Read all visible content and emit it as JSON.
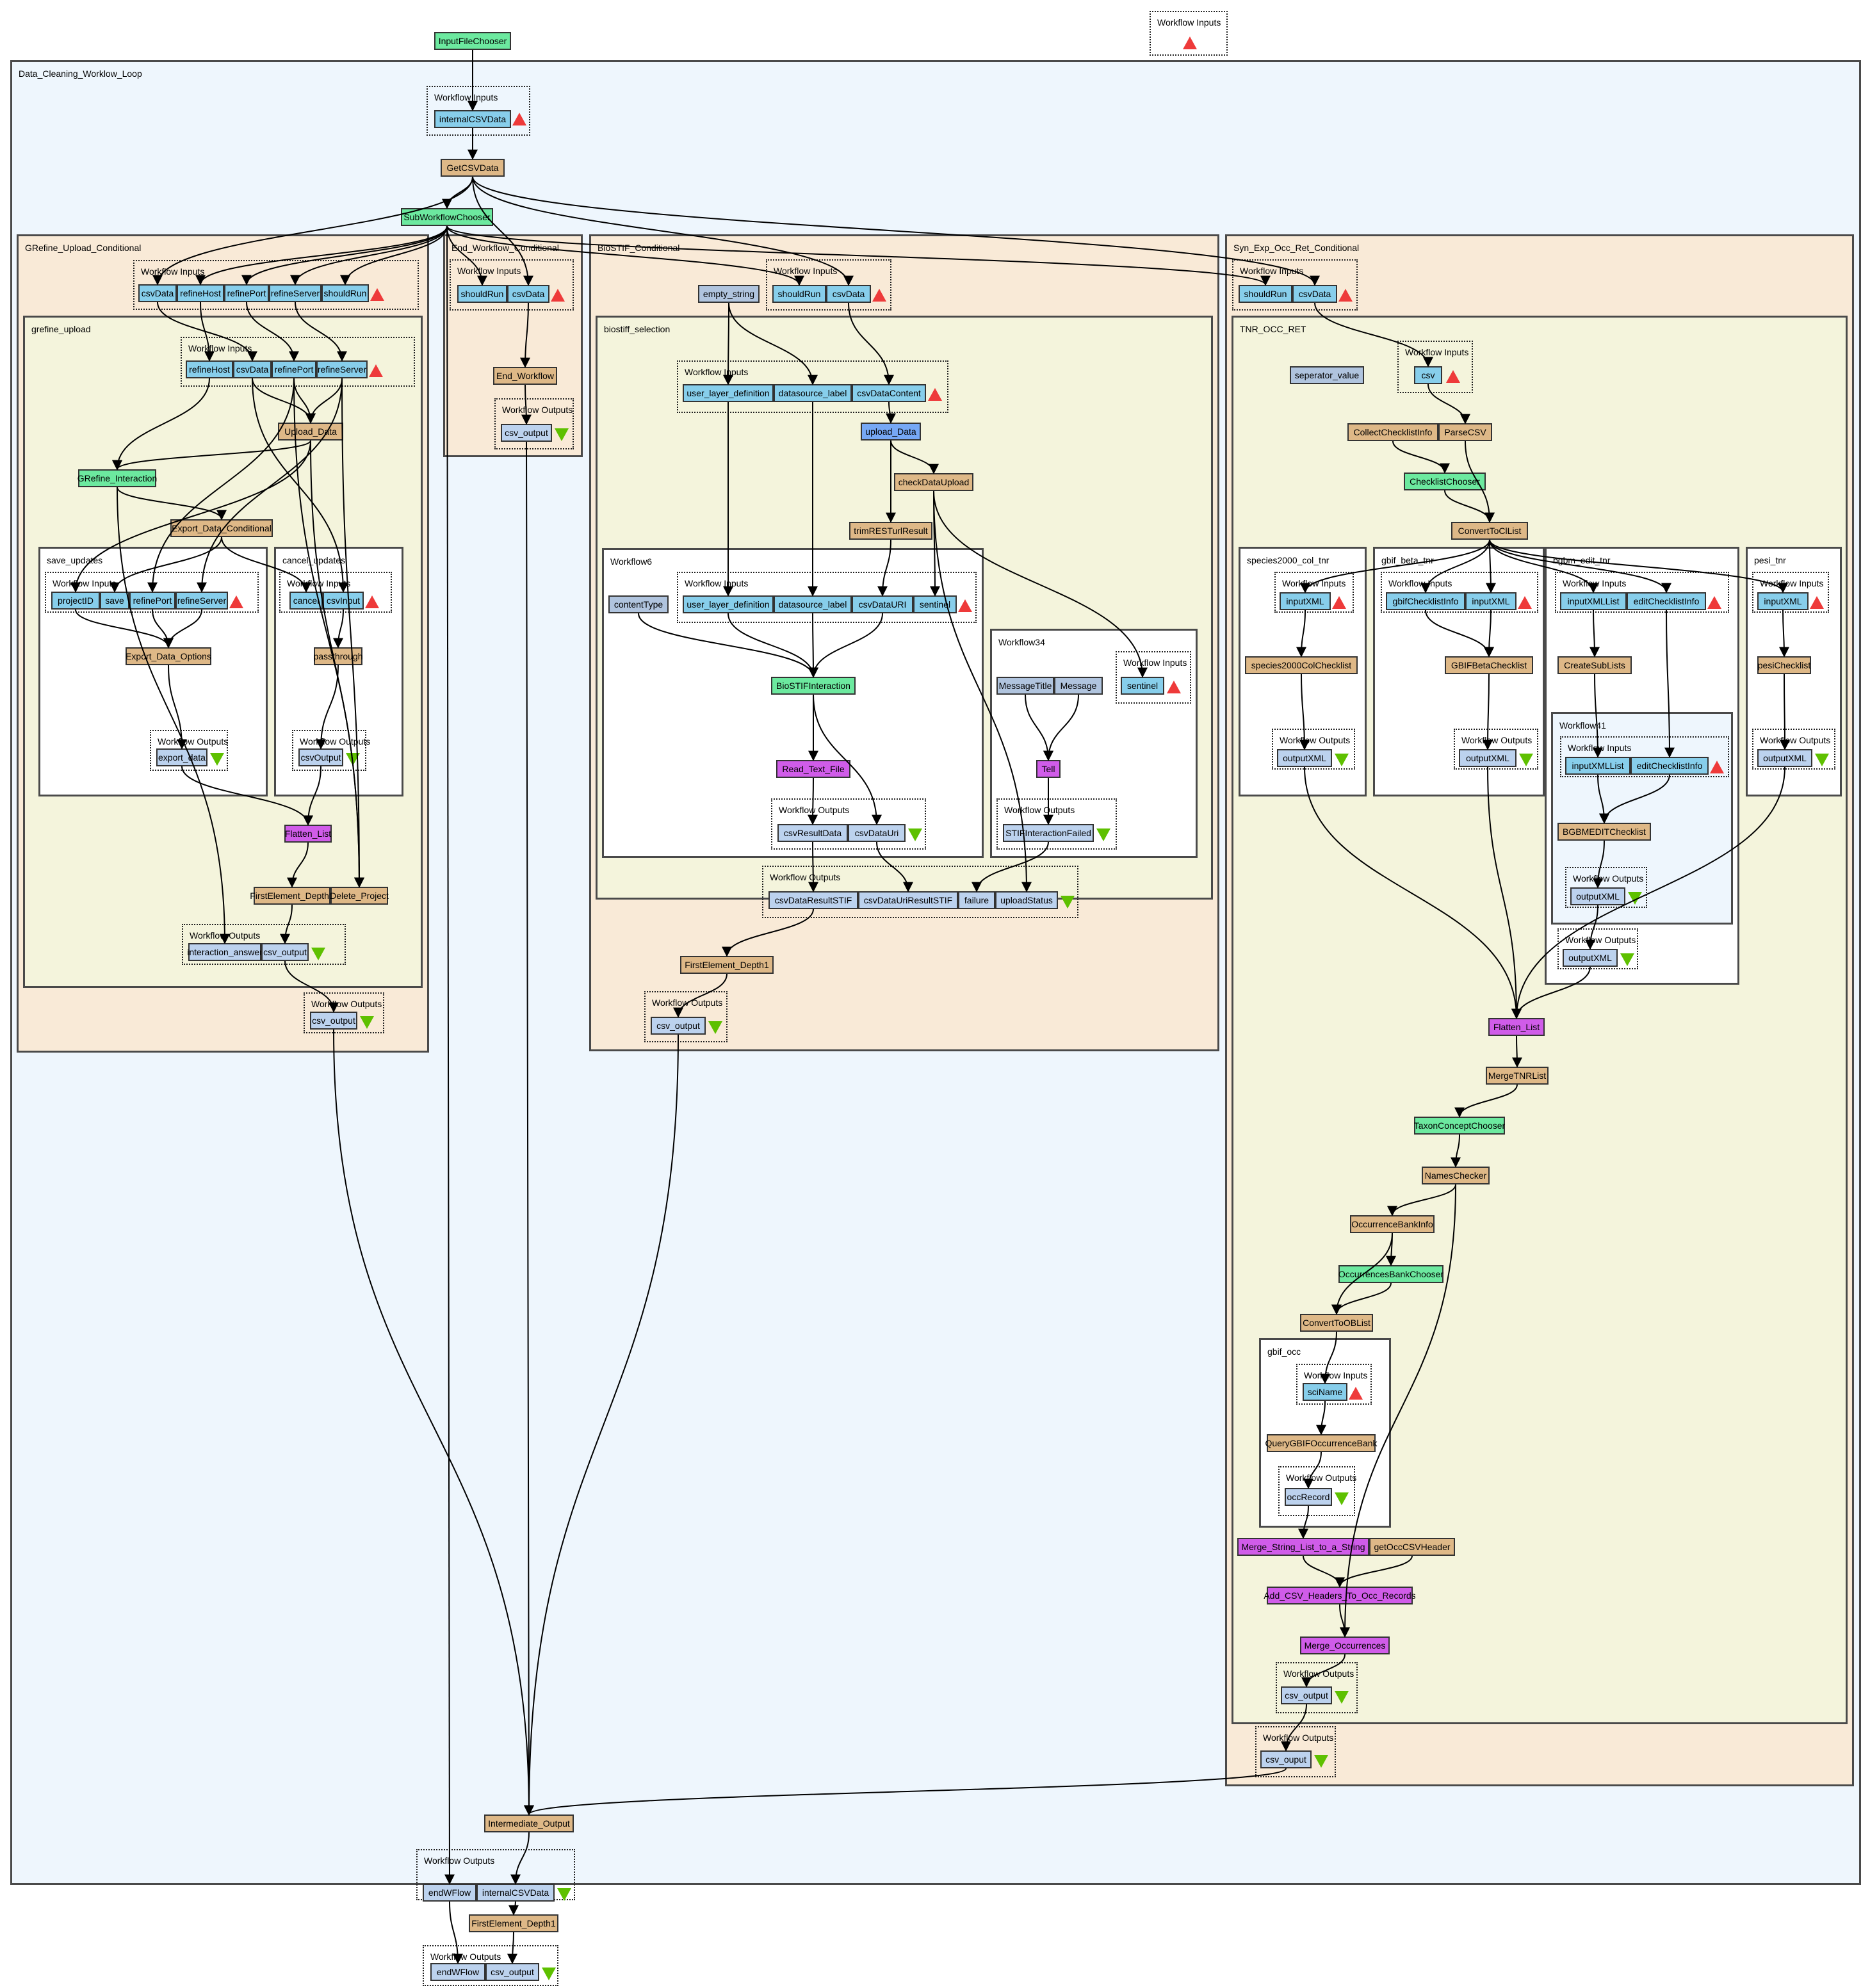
{
  "top": {
    "input_file_chooser": "InputFileChooser",
    "top_workflow_inputs": "Workflow Inputs"
  },
  "outer": {
    "title": "Data_Cleaning_Worklow_Loop",
    "inputs_label": "Workflow Inputs",
    "internal_csv_data": "internalCSVData",
    "get_csv_data": "GetCSVData",
    "subworkflow_chooser": "SubWorkflowChooser",
    "intermediate_output": "Intermediate_Output",
    "outputs_label": "Workflow Outputs",
    "out_endwflow": "endWFlow",
    "out_internal_csv": "internalCSVData"
  },
  "grefine": {
    "title": "GRefine_Upload_Conditional",
    "inputs_label": "Workflow Inputs",
    "inputs": [
      "csvData",
      "refineHost",
      "refinePort",
      "refineServer",
      "shouldRun"
    ],
    "outputs_label": "Workflow Outputs",
    "output": "csv_output",
    "upload": {
      "title": "grefine_upload",
      "inputs_label": "Workflow Inputs",
      "inputs": [
        "refineHost",
        "csvData",
        "refinePort",
        "refineServer"
      ],
      "upload_data": "Upload_Data",
      "grefine_interaction": "GRefine_Interaction",
      "export_data_conditional": "Export_Data_Conditional",
      "flatten_list": "Flatten_List",
      "first_element": "FirstElement_Depth1",
      "delete_project": "Delete_Project",
      "outputs_label": "Workflow Outputs",
      "outputs": [
        "interaction_answer",
        "csv_output"
      ],
      "save_updates": {
        "title": "save_updates",
        "inputs_label": "Workflow Inputs",
        "inputs": [
          "projectID",
          "save",
          "refinePort",
          "refineServer"
        ],
        "export_data_options": "Export_Data_Options",
        "outputs_label": "Workflow Outputs",
        "output": "export_data"
      },
      "cancel_updates": {
        "title": "cancel_updates",
        "inputs_label": "Workflow Inputs",
        "inputs": [
          "cancel",
          "csvInput"
        ],
        "passthrough": "passthrough",
        "outputs_label": "Workflow Outputs",
        "output": "csvOutput"
      }
    }
  },
  "endwf": {
    "title": "End_Workflow_Conditional",
    "inputs_label": "Workflow Inputs",
    "inputs": [
      "shouldRun",
      "csvData"
    ],
    "end_workflow": "End_Workflow",
    "outputs_label": "Workflow Outputs",
    "output": "csv_output"
  },
  "biostif": {
    "title": "BioSTIF_Conditional",
    "empty_string": "empty_string",
    "inputs_label": "Workflow Inputs",
    "inputs": [
      "shouldRun",
      "csvData"
    ],
    "first_element": "FirstElement_Depth1",
    "outputs_label": "Workflow Outputs",
    "output": "csv_output",
    "selection": {
      "title": "biostiff_selection",
      "inputs_label": "Workflow Inputs",
      "inputs": [
        "user_layer_definition",
        "datasource_label",
        "csvDataContent"
      ],
      "upload_data": "upload_Data",
      "check_data_upload": "checkDataUpload",
      "trim_rest": "trimRESTurlResult",
      "outputs_label": "Workflow Outputs",
      "outputs": [
        "csvDataResultSTIF",
        "csvDataUriResultSTIF",
        "failure",
        "uploadStatus"
      ],
      "wf6": {
        "title": "Workflow6",
        "content_type": "contentType",
        "inputs_label": "Workflow Inputs",
        "inputs": [
          "user_layer_definition",
          "datasource_label",
          "csvDataURI",
          "sentinel"
        ],
        "interaction": "BioSTIFInteraction",
        "read_text_file": "Read_Text_File",
        "outputs_label": "Workflow Outputs",
        "outputs": [
          "csvResultData",
          "csvDataUri"
        ]
      },
      "wf34": {
        "title": "Workflow34",
        "message_title": "MessageTitle",
        "message": "Message",
        "inputs_label": "Workflow Inputs",
        "input": "sentinel",
        "tell": "Tell",
        "outputs_label": "Workflow Outputs",
        "output": "STIFInteractionFailed"
      }
    }
  },
  "synexp": {
    "title": "Syn_Exp_Occ_Ret_Conditional",
    "inputs_label": "Workflow Inputs",
    "inputs": [
      "shouldRun",
      "csvData"
    ],
    "outputs_label": "Workflow Outputs",
    "output": "csv_ouput",
    "tnr": {
      "title": "TNR_OCC_RET",
      "separator_value": "seperator_value",
      "inputs_label": "Workflow Inputs",
      "input": "csv",
      "collect_checklist_info": "CollectChecklistInfo",
      "parse_csv": "ParseCSV",
      "checklist_chooser": "ChecklistChooser",
      "convert_to_cl_list": "ConvertToClList",
      "flatten_list": "Flatten_List",
      "merge_tnr_list": "MergeTNRList",
      "taxon_concept_chooser": "TaxonConceptChooser",
      "names_checker": "NamesChecker",
      "occurrence_bank_info": "OccurrenceBankInfo",
      "occurrences_bank_chooser": "OccurrencesBankChooser",
      "convert_to_ob_list": "ConvertToOBList",
      "merge_string_list": "Merge_String_List_to_a_String",
      "get_occ_csv_header": "getOccCSVHeader",
      "add_csv_headers": "Add_CSV_Headers_To_Occ_Records",
      "merge_occurrences": "Merge_Occurrences",
      "outputs_label": "Workflow Outputs",
      "output": "csv_output",
      "species2000": {
        "title": "species2000_col_tnr",
        "inputs_label": "Workflow Inputs",
        "input": "inputXML",
        "checklist": "species2000ColChecklist",
        "outputs_label": "Workflow Outputs",
        "output": "outputXML"
      },
      "gbif_beta": {
        "title": "gbif_beta_tnr",
        "inputs_label": "Workflow Inputs",
        "inputs": [
          "gbifChecklistInfo",
          "inputXML"
        ],
        "checklist": "GBIFBetaChecklist",
        "outputs_label": "Workflow Outputs",
        "output": "outputXML"
      },
      "bgbm_edit": {
        "title": "bgbm_edit_tnr",
        "inputs_label": "Workflow Inputs",
        "inputs": [
          "inputXMLList",
          "editChecklistInfo"
        ],
        "create_sublists": "CreateSubLists",
        "outputs_label": "Workflow Outputs",
        "output": "outputXML",
        "wf41": {
          "title": "Workflow41",
          "inputs_label": "Workflow Inputs",
          "inputs": [
            "inputXMLList",
            "editChecklistInfo"
          ],
          "checklist": "BGBMEDITChecklist",
          "outputs_label": "Workflow Outputs",
          "output": "outputXML"
        }
      },
      "pesi": {
        "title": "pesi_tnr",
        "inputs_label": "Workflow Inputs",
        "input": "inputXML",
        "checklist": "pesiChecklist",
        "outputs_label": "Workflow Outputs",
        "output": "outputXML"
      },
      "gbif_occ": {
        "title": "gbif_occ",
        "inputs_label": "Workflow Inputs",
        "input": "sciName",
        "query": "QueryGBIFOccurrenceBank",
        "outputs_label": "Workflow Outputs",
        "output": "occRecord"
      }
    }
  },
  "final": {
    "first_element": "FirstElement_Depth1",
    "outputs_label": "Workflow Outputs",
    "outputs": [
      "endWFlow",
      "csv_output"
    ]
  },
  "colors": {
    "input_port": "#87ceeb",
    "output_port": "#bcd2ee",
    "processor": "#deb887",
    "interaction": "#6ce99f",
    "beanshell": "#d05ce9",
    "constant": "#b0c4de",
    "rest": "#76a8f5",
    "input_marker": "#ee3a3a",
    "output_marker": "#5ec000"
  }
}
